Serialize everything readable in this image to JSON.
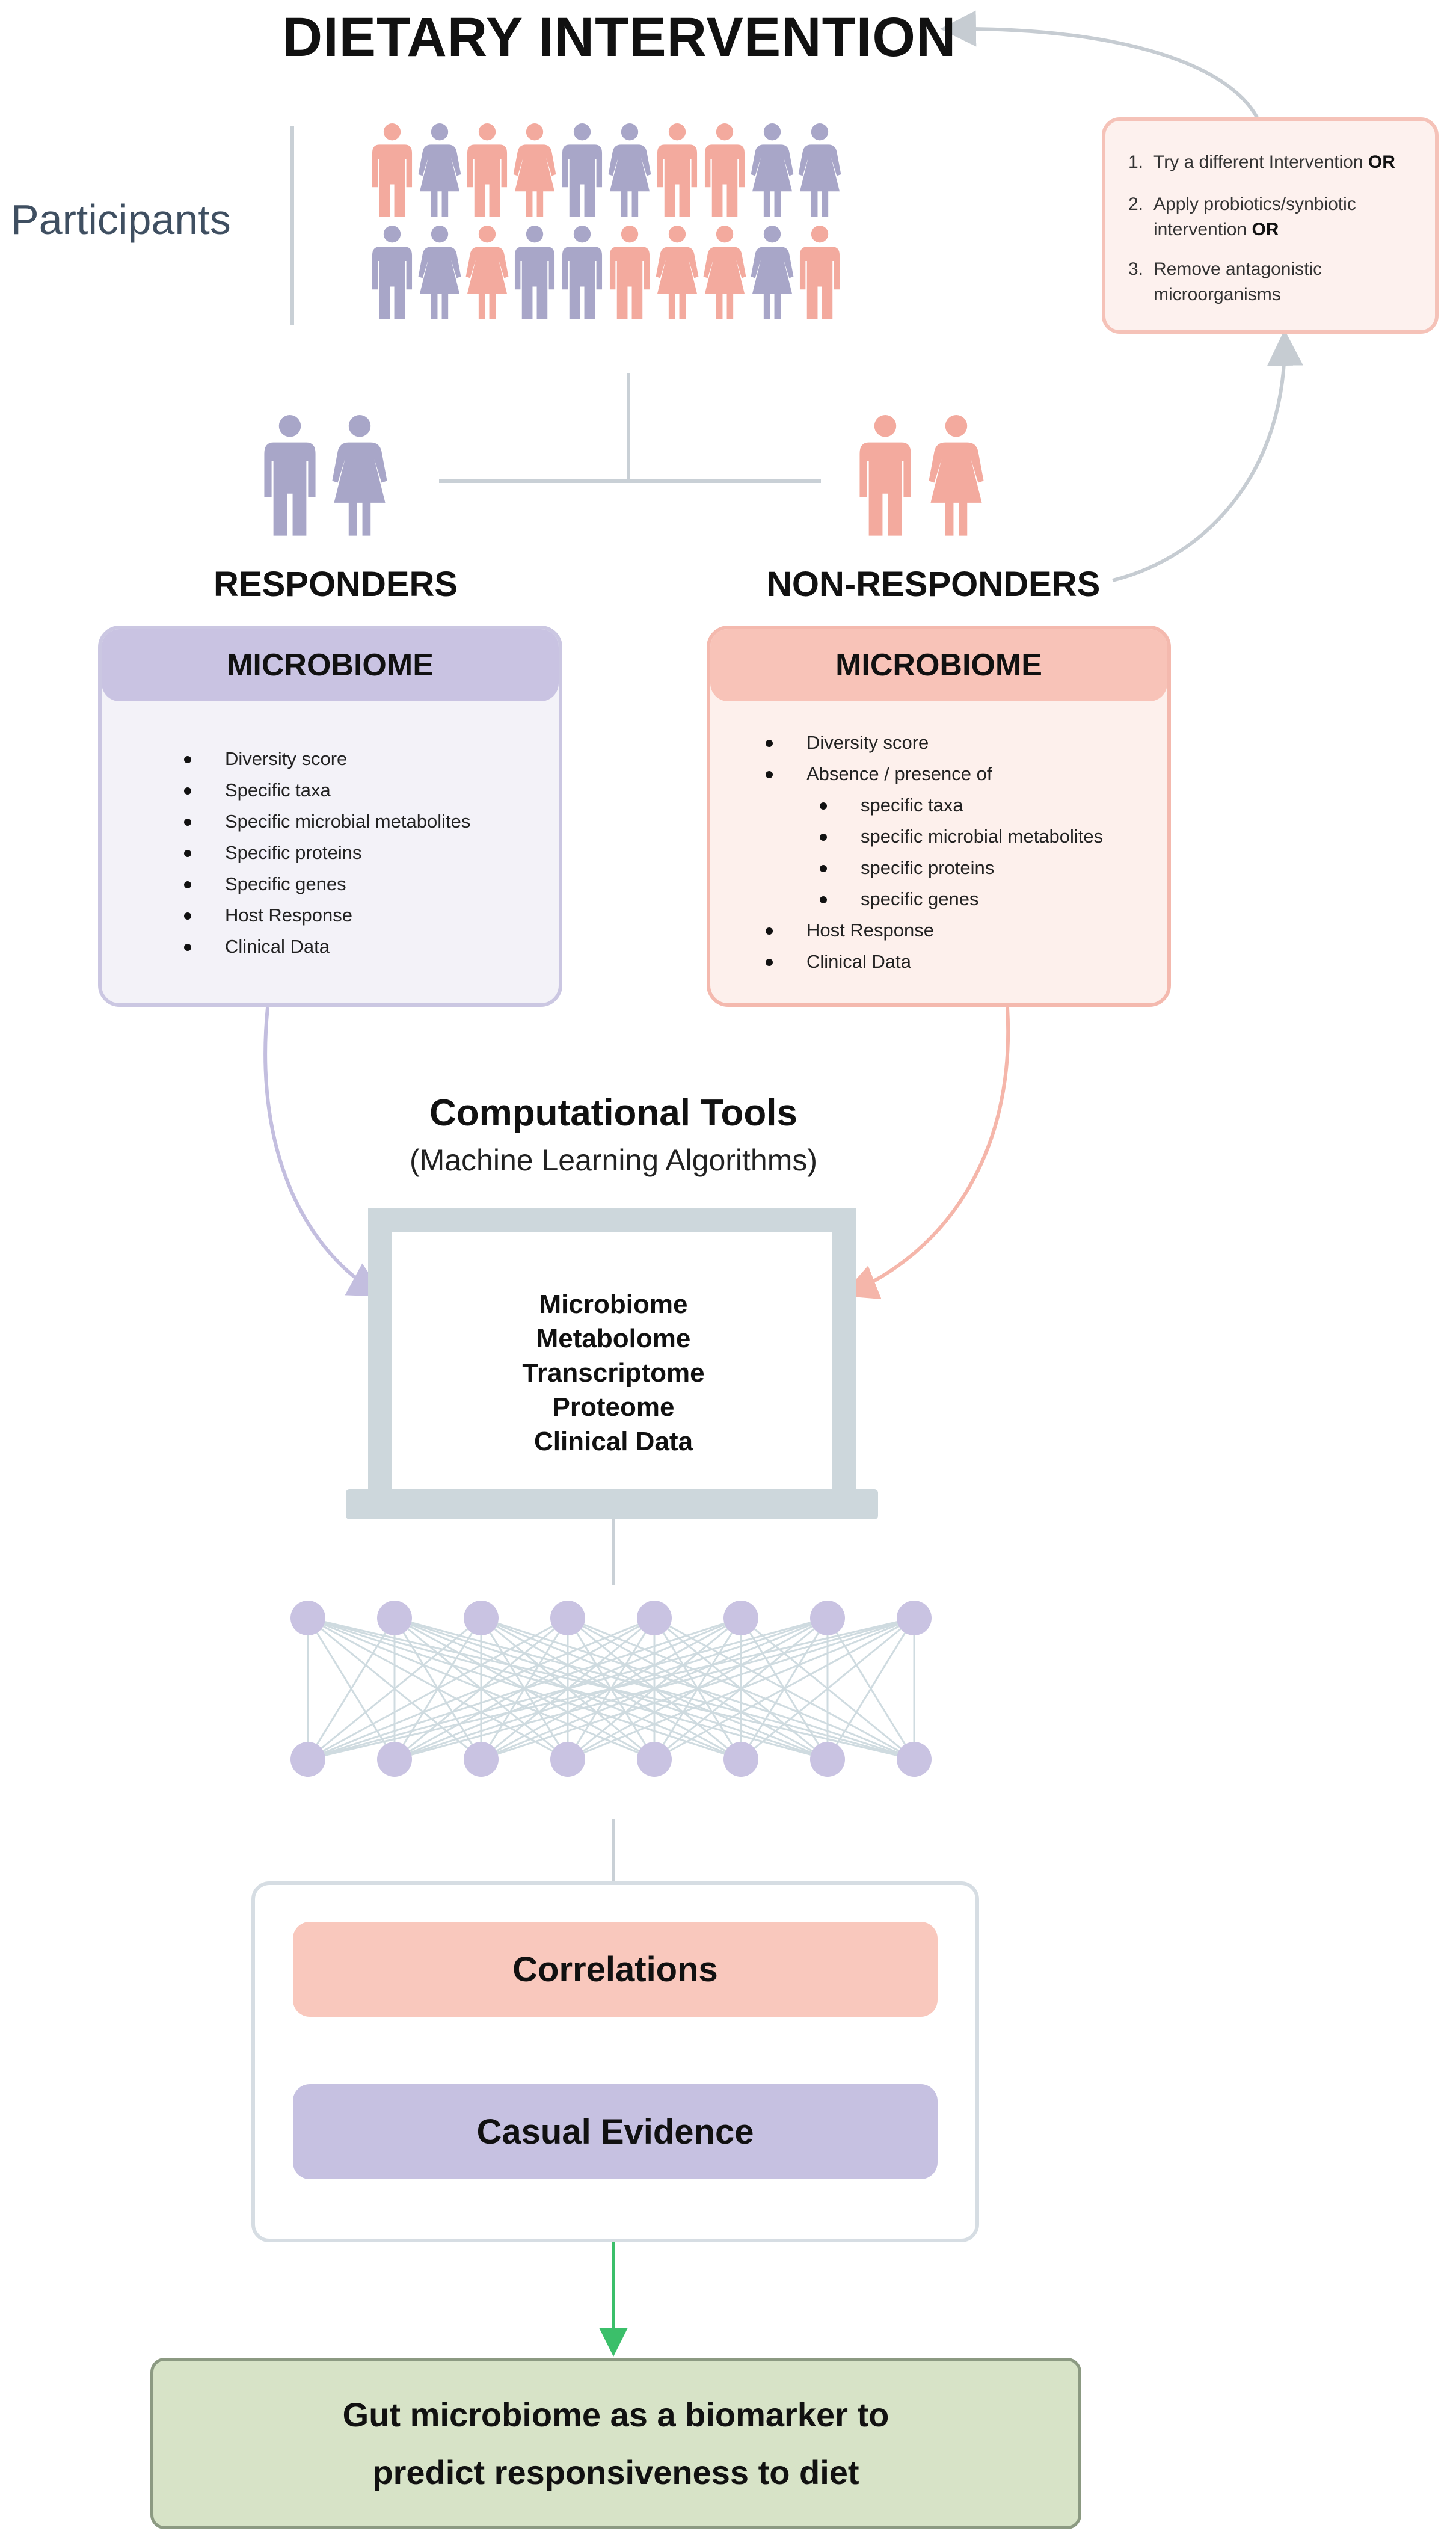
{
  "title": "DIETARY INTERVENTION",
  "participants_label": "Participants",
  "colors": {
    "responder": "#a8a6c8",
    "non_responder": "#f3aa9e",
    "connector": "#c9d0d6",
    "pink_arrow": "#d94aa0",
    "green_arrow": "#3bbf6a"
  },
  "participants": {
    "row1": [
      {
        "gender": "male",
        "group": "non-responder"
      },
      {
        "gender": "female",
        "group": "responder"
      },
      {
        "gender": "male",
        "group": "non-responder"
      },
      {
        "gender": "female",
        "group": "non-responder"
      },
      {
        "gender": "male",
        "group": "responder"
      },
      {
        "gender": "female",
        "group": "responder"
      },
      {
        "gender": "male",
        "group": "non-responder"
      },
      {
        "gender": "male",
        "group": "non-responder"
      },
      {
        "gender": "female",
        "group": "responder"
      },
      {
        "gender": "female",
        "group": "responder"
      }
    ],
    "row2": [
      {
        "gender": "male",
        "group": "responder"
      },
      {
        "gender": "female",
        "group": "responder"
      },
      {
        "gender": "female",
        "group": "non-responder"
      },
      {
        "gender": "male",
        "group": "responder"
      },
      {
        "gender": "male",
        "group": "responder"
      },
      {
        "gender": "male",
        "group": "non-responder"
      },
      {
        "gender": "female",
        "group": "non-responder"
      },
      {
        "gender": "female",
        "group": "non-responder"
      },
      {
        "gender": "female",
        "group": "responder"
      },
      {
        "gender": "male",
        "group": "non-responder"
      }
    ]
  },
  "responders": {
    "label": "RESPONDERS",
    "box_title": "MICROBIOME",
    "items": [
      "Diversity score",
      "Specific taxa",
      "Specific microbial metabolites",
      "Specific proteins",
      "Specific genes",
      "Host Response",
      "Clinical Data"
    ]
  },
  "non_responders": {
    "label": "NON-RESPONDERS",
    "box_title": "MICROBIOME",
    "items": [
      {
        "text": "Diversity score",
        "level": 0
      },
      {
        "text": "Absence / presence of",
        "level": 0
      },
      {
        "text": "specific taxa",
        "level": 1
      },
      {
        "text": "specific microbial metabolites",
        "level": 1
      },
      {
        "text": "specific proteins",
        "level": 1
      },
      {
        "text": "specific genes",
        "level": 1
      },
      {
        "text": "Host Response",
        "level": 0
      },
      {
        "text": "Clinical Data",
        "level": 0
      }
    ]
  },
  "retry_options": [
    {
      "number": "1.",
      "line1": "Try a different Intervention",
      "line1_bold": "OR",
      "line2": "",
      "line2_bold": ""
    },
    {
      "number": "2.",
      "line1": "Apply probiotics/synbiotic",
      "line1_bold": "",
      "line2": "intervention",
      "line2_bold": "OR"
    },
    {
      "number": "3.",
      "line1": "Remove antagonistic",
      "line1_bold": "",
      "line2": "microorganisms",
      "line2_bold": ""
    }
  ],
  "computational": {
    "title": "Computational Tools",
    "subtitle": "(Machine Learning Algorithms)",
    "screen_items": [
      "Microbiome",
      "Metabolome",
      "Transcriptome",
      "Proteome",
      "Clinical Data"
    ]
  },
  "network": {
    "top_nodes": 8,
    "bottom_nodes": 8
  },
  "results": {
    "correlations": "Correlations",
    "causal": "Casual Evidence"
  },
  "conclusion": {
    "line1": "Gut microbiome as a biomarker to",
    "line2": "predict responsiveness to diet"
  }
}
